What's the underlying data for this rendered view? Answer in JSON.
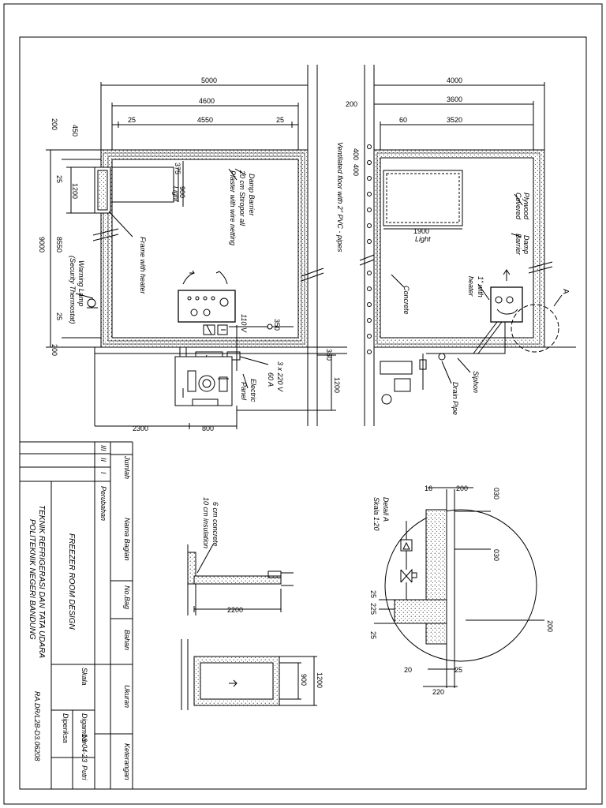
{
  "plan_left": {
    "dims": {
      "d5000": "5000",
      "d4600": "4600",
      "d25a": "25",
      "d4550": "4550",
      "d25b": "25",
      "d200a": "200",
      "d450": "450",
      "d25c": "25",
      "d1200": "1200",
      "d9000": "9000",
      "d8550": "8550",
      "d25d": "25",
      "d200b": "200",
      "d375": "375",
      "d900": "900",
      "d350": "350",
      "d360": "360",
      "d1200b": "1200",
      "d2300": "2300",
      "d800": "800"
    },
    "labels": {
      "light": "Light",
      "damp_barrier": "Damp Barrier",
      "stiropor": "20 cm Stiropor all",
      "plaster": "Plaster with wire netting",
      "frame_heater": "Frame with heater",
      "warning_lamp": "Warning Lamp",
      "security_thermostat": "(Security Thermostat)",
      "v110": "110 V",
      "v3x220": "3 x 220 V",
      "a60": "60 A",
      "electric": "Electric",
      "panel": "Panel"
    }
  },
  "plan_right": {
    "dims": {
      "d4000": "4000",
      "d200": "200",
      "d3600": "3600",
      "d60": "60",
      "d3520": "3520",
      "d400a": "400",
      "d400b": "400",
      "d1900": "1900"
    },
    "labels": {
      "ventilated_floor": "Ventilated floor with 2\" PVC - pipes",
      "light": "Light",
      "plywood": "Plywood",
      "covered": "Covered",
      "damp": "Damp",
      "barrier": "Barrier",
      "concrete": "Concrete",
      "one_inch_with": "1\" with",
      "heater": "heater",
      "section_a": "A",
      "siphon": "Siphon",
      "drain_pipe": "Drain Pipe"
    }
  },
  "detail": {
    "title": "Detail A",
    "scale": "Skala 1:20",
    "dims": [
      "16",
      "200",
      "030",
      "030",
      "25",
      "225",
      "25",
      "200",
      "20",
      "25",
      "220"
    ]
  },
  "small_views": {
    "concrete_note": "6 cm concrete",
    "insulation_note": "10 cm insulation",
    "d2200": "2200",
    "d900": "900",
    "d1200": "1200"
  },
  "title_block": {
    "headers": {
      "jumlah": "Jumlah",
      "nama_bagian": "Nama Bagian",
      "no_bag": "No.Bag",
      "bahan": "Bahan",
      "ukuran": "Ukuran",
      "keterangan": "Keterangan"
    },
    "rev_numbers": [
      "III",
      "II",
      "I"
    ],
    "perubahan": "Perubahan",
    "drawing_title": "FREEZER ROOM DESIGN",
    "skala": "Skala",
    "digambar": "Digambar",
    "diperiksa": "Diperiksa",
    "date": "13-04-23",
    "drafter": "Putri",
    "dept_line1": "TEKNIK REFRIGERASI DAN TATA UDARA",
    "dept_line2": "POLITEKNIK NEGERI BANDUNG",
    "drawing_number": "RA.DR/L2B-D3.06208"
  }
}
